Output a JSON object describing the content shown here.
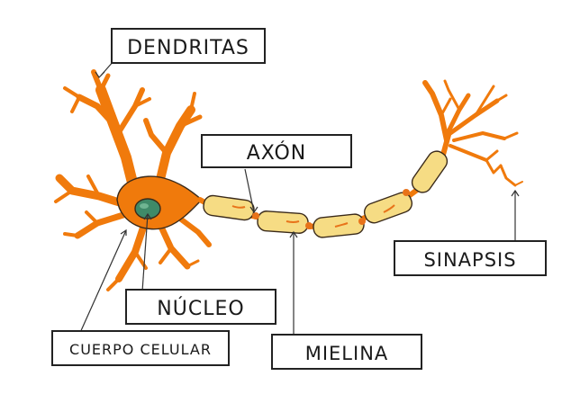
{
  "labels": {
    "dendrites": "DENDRITAS",
    "axon": "AXÓN",
    "synapse": "SINAPSIS",
    "nucleus": "NÚCLEO",
    "cell_body": "CUERPO CELULAR",
    "myelin": "MIELINA"
  },
  "colors": {
    "neuron_orange": "#f07a0c",
    "myelin_yellow": "#f6dc84",
    "nucleus_green": "#3f8a68",
    "node_orange": "#e8731a"
  }
}
